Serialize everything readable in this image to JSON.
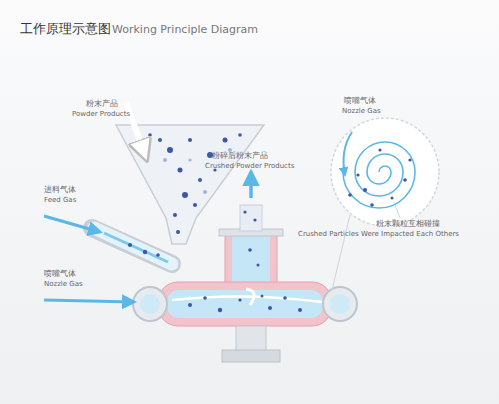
{
  "diagram": {
    "title": "工作原理示意图",
    "labels": [
      "Working Principle Diagram",
      "粉末产品",
      "Powder Products",
      "进料气体",
      "Feed Gas",
      "喷嘴气体",
      "Nozzle Gas",
      "粉碎后粉末产品",
      "Crushed Powder Products",
      "喷嘴气体",
      "Nozzle Gas",
      "粉末颗粒互相碰撞",
      "Crushed Particles Were Impacted Each Others"
    ]
  }
}
